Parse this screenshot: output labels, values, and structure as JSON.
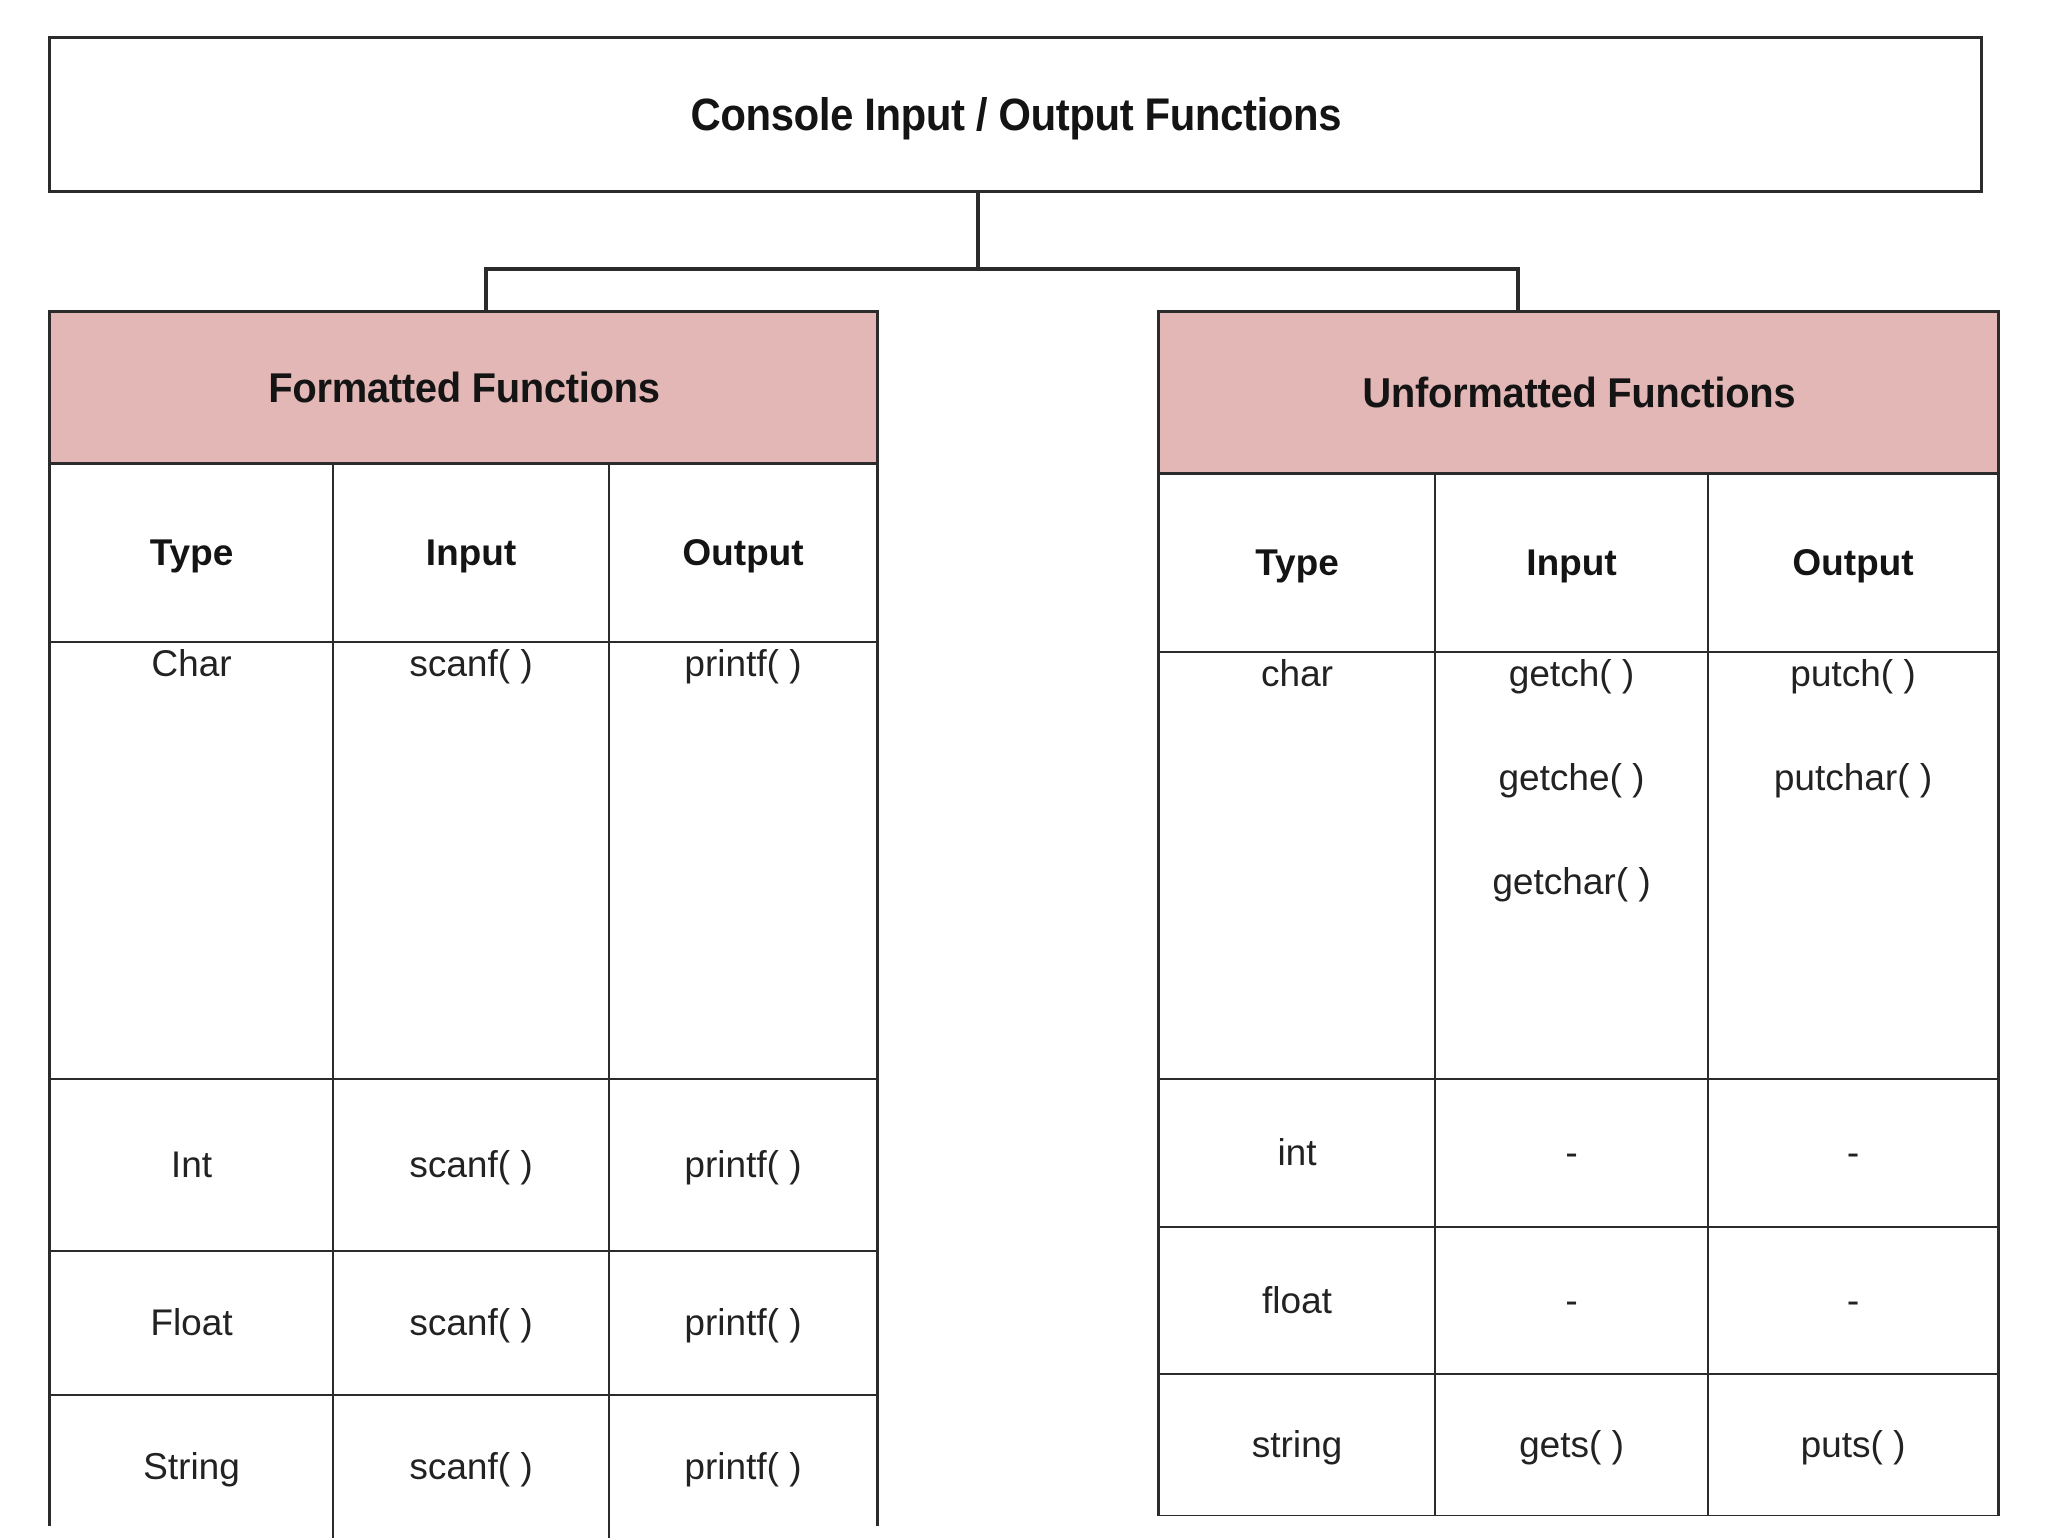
{
  "diagram": {
    "root": {
      "title": "Console Input / Output Functions"
    },
    "accent_color": "#E4B7B7",
    "border_color": "#2B2B2B",
    "groups": [
      {
        "id": "formatted",
        "header": "Formatted Functions",
        "columns": [
          "Type",
          "Input",
          "Output"
        ],
        "rows": [
          {
            "type": "Char",
            "input": [
              "scanf( )"
            ],
            "output": [
              "printf( )"
            ]
          },
          {
            "type": "Int",
            "input": [
              "scanf( )"
            ],
            "output": [
              "printf( )"
            ]
          },
          {
            "type": "Float",
            "input": [
              "scanf( )"
            ],
            "output": [
              "printf( )"
            ]
          },
          {
            "type": "String",
            "input": [
              "scanf( )"
            ],
            "output": [
              "printf( )"
            ]
          }
        ]
      },
      {
        "id": "unformatted",
        "header": "Unformatted Functions",
        "columns": [
          "Type",
          "Input",
          "Output"
        ],
        "rows": [
          {
            "type": "char",
            "input": [
              "getch( )",
              "getche( )",
              "getchar( )"
            ],
            "output": [
              "putch( )",
              "putchar( )"
            ]
          },
          {
            "type": "int",
            "input": [
              "-"
            ],
            "output": [
              "-"
            ]
          },
          {
            "type": "float",
            "input": [
              "-"
            ],
            "output": [
              "-"
            ]
          },
          {
            "type": "string",
            "input": [
              "gets( )"
            ],
            "output": [
              "puts( )"
            ]
          }
        ]
      }
    ]
  },
  "left": {
    "header": "Formatted Functions",
    "col_type": "Type",
    "col_input": "Input",
    "col_output": "Output",
    "r1": {
      "type": "Char",
      "input": "scanf( )",
      "output": "printf( )"
    },
    "r2": {
      "type": "Int",
      "input": "scanf( )",
      "output": "printf( )"
    },
    "r3": {
      "type": "Float",
      "input": "scanf( )",
      "output": "printf( )"
    },
    "r4": {
      "type": "String",
      "input": "scanf( )",
      "output": "printf( )"
    }
  },
  "right": {
    "header": "Unformatted Functions",
    "col_type": "Type",
    "col_input": "Input",
    "col_output": "Output",
    "r1": {
      "type": "char",
      "input_1": "getch( )",
      "input_2": "getche( )",
      "input_3": "getchar( )",
      "output_1": "putch( )",
      "output_2": "putchar( )"
    },
    "r2": {
      "type": "int",
      "input": "-",
      "output": "-"
    },
    "r3": {
      "type": "float",
      "input": "-",
      "output": "-"
    },
    "r4": {
      "type": "string",
      "input": "gets( )",
      "output": "puts( )"
    }
  }
}
